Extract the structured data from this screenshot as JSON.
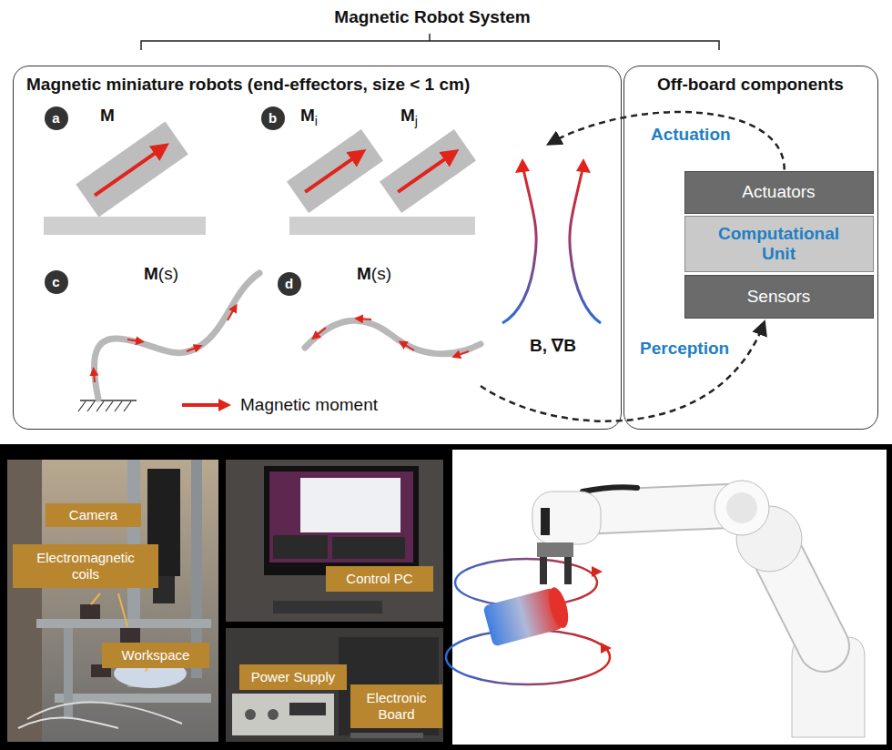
{
  "diagram": {
    "title": "Magnetic Robot System",
    "nodes": [
      {
        "text": [
          "Magnetic miniature robots (end-effectors, size < 1 cm)"
        ]
      },
      {
        "text": [
          "a"
        ],
        "in": 0
      },
      {
        "text": [
          "b"
        ],
        "in": 0
      },
      {
        "text": [
          "c"
        ],
        "in": 0
      },
      {
        "text": [
          "d"
        ],
        "in": 0
      },
      {
        "text": [
          "Off-board components"
        ]
      },
      {
        "text": [
          "Actuators"
        ],
        "in": 5
      },
      {
        "text": [
          "Computational Unit"
        ],
        "in": 5
      },
      {
        "text": [
          "Sensors"
        ],
        "in": 5
      },
      {
        "text": [
          "Camera"
        ]
      },
      {
        "text": [
          "Electromagnetic coils"
        ]
      },
      {
        "text": [
          "Workspace"
        ]
      },
      {
        "text": [
          "Control PC"
        ]
      },
      {
        "text": [
          "Power Supply"
        ]
      },
      {
        "text": [
          "Electronic Board"
        ]
      }
    ],
    "edges": [
      {
        "from": 6,
        "to": 0,
        "label": "Actuation",
        "arrow": "to"
      },
      {
        "from": 0,
        "to": 8,
        "label": "Perception",
        "arrow": "to"
      }
    ],
    "labels": [
      "M",
      "Mi",
      "Mj",
      "M(s)",
      "M(s)",
      "B, ∇B"
    ],
    "legend": [
      {
        "text": "Magnetic moment"
      }
    ]
  }
}
